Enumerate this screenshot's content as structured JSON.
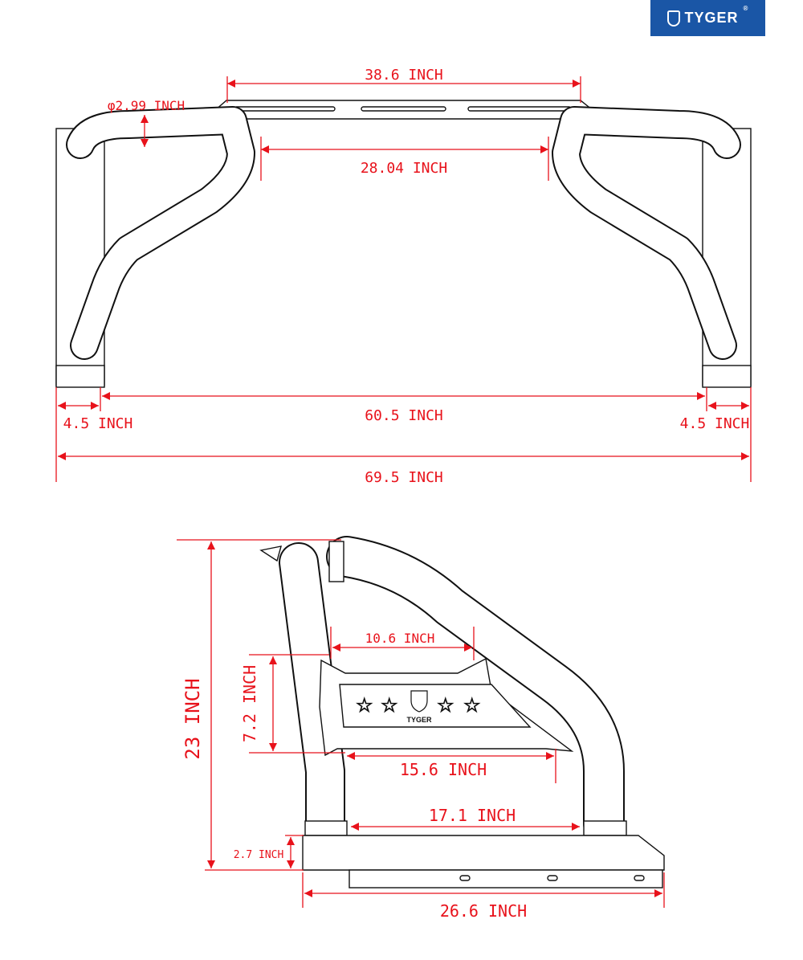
{
  "brand": {
    "name": "TYGER",
    "color": "#1a56a6"
  },
  "accent_color": "#e8121b",
  "top_view": {
    "dims": {
      "crossbar_length": "38.6 INCH",
      "tube_diameter": "φ2.99 INCH",
      "inner_width": "28.04 INCH",
      "left_mount": "4.5 INCH",
      "center_span": "60.5 INCH",
      "right_mount": "4.5 INCH",
      "overall_width": "69.5 INCH"
    }
  },
  "side_view": {
    "plate_brand": "TYGER",
    "dims": {
      "overall_height": "23 INCH",
      "plate_height": "7.2 INCH",
      "plate_top_width": "10.6 INCH",
      "plate_bottom_width": "15.6 INCH",
      "leg_spacing": "17.1 INCH",
      "base_height": "2.7 INCH",
      "base_length": "26.6 INCH"
    }
  }
}
